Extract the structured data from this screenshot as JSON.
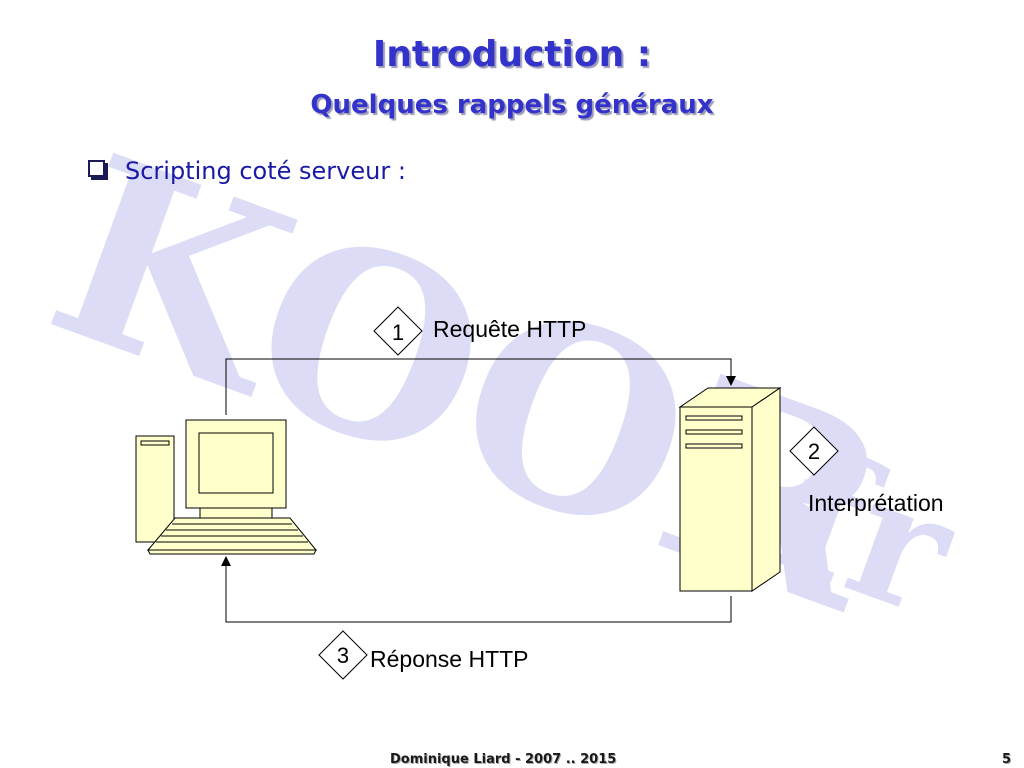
{
  "watermark": {
    "text_main": "KOOR",
    "text_dot": ".",
    "text_tld": "fr",
    "color": "#dcdcf6"
  },
  "slide": {
    "title": "Introduction :",
    "subtitle": "Quelques rappels généraux",
    "title_color": "#3333cc",
    "bullet": "Scripting coté serveur :"
  },
  "diagram": {
    "steps": [
      {
        "number": "1",
        "label": "Requête HTTP"
      },
      {
        "number": "2",
        "label": "Interprétation"
      },
      {
        "number": "3",
        "label": "Réponse HTTP"
      }
    ],
    "client_icon": "desktop-computer-icon",
    "server_icon": "server-tower-icon",
    "device_fill": "#ffffcc"
  },
  "footer": {
    "author": "Dominique Liard - 2007 .. 2015",
    "page": "5"
  }
}
